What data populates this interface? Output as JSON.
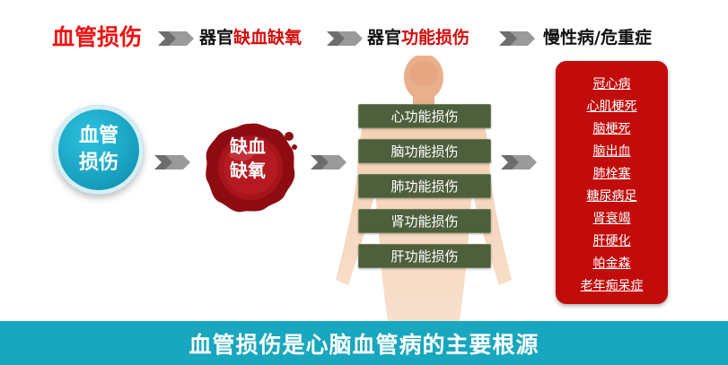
{
  "header": {
    "step1": "血管损伤",
    "step2_prefix": "器官",
    "step2_highlight": "缺血缺氧",
    "step3_prefix": "器官",
    "step3_highlight": "功能损伤",
    "step4": "慢性病/危重症"
  },
  "colors": {
    "accent_red": "#d40c0c",
    "teal": "#18a7be",
    "organ_green": "#4e5f3c",
    "disease_box": "#c20b0b"
  },
  "left_circle": {
    "line1": "血管",
    "line2": "损伤"
  },
  "seal": {
    "line1": "缺血",
    "line2": "缺氧"
  },
  "organ_damage": [
    "心功能损伤",
    "脑功能损伤",
    "肺功能损伤",
    "肾功能损伤",
    "肝功能损伤"
  ],
  "diseases": [
    "冠心病",
    "心肌梗死",
    "脑梗死",
    "脑出血",
    "肺栓塞",
    "糖尿病足",
    "肾衰竭",
    "肝硬化",
    "帕金森",
    "老年痴呆症"
  ],
  "footer": {
    "banner": "血管损伤是心脑血管病的主要根源"
  },
  "icons": {
    "arrow": "chevron-right-icon",
    "seal": "wax-seal-icon",
    "body": "human-body-icon"
  }
}
